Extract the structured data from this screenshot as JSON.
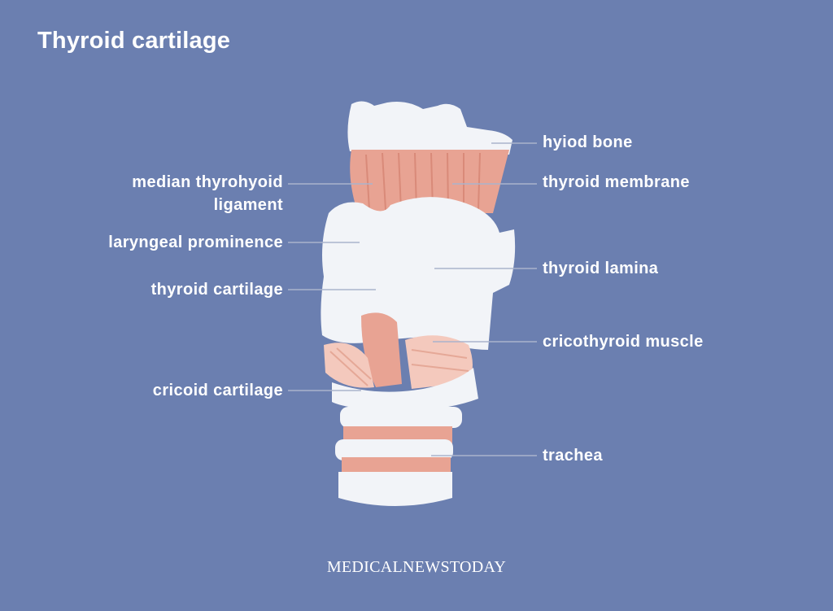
{
  "title": "Thyroid cartilage",
  "labels": {
    "hyoid_bone": "hyiod bone",
    "thyroid_membrane": "thyroid membrane",
    "median_thyrohyoid_line1": "median thyrohyoid",
    "median_thyrohyoid_line2": "ligament",
    "laryngeal_prominence": "laryngeal prominence",
    "thyroid_cartilage": "thyroid cartilage",
    "thyroid_lamina": "thyroid lamina",
    "cricothyroid_muscle": "cricothyroid muscle",
    "cricoid_cartilage": "cricoid cartilage",
    "trachea": "trachea"
  },
  "brand": "MEDICALNEWSTODAY",
  "colors": {
    "background": "#6b7fb0",
    "cartilage": "#f2f4f8",
    "muscle": "#e8a393",
    "muscle_light": "#f4c9bd",
    "leader_line": "#a9b3cc"
  }
}
